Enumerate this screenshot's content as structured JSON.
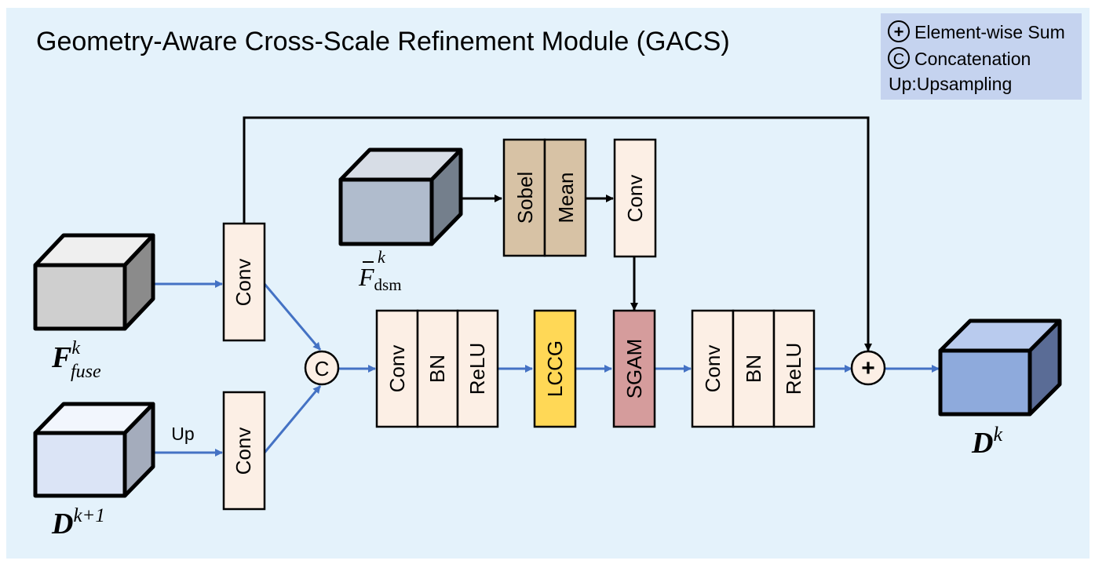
{
  "title": "Geometry-Aware Cross-Scale Refinement Module (GACS)",
  "legend": {
    "sum_symbol": "+",
    "sum_label": "Element-wise Sum",
    "concat_symbol": "C",
    "concat_label": "Concatenation",
    "up_label": "Up:Upsampling"
  },
  "inputs": {
    "f_fuse": {
      "main": "F",
      "sup": "k",
      "sub": "fuse"
    },
    "d_next": {
      "main": "D",
      "sup": "k+1"
    },
    "f_dsm": {
      "main": "F",
      "sup": "k",
      "sub": "dsm"
    }
  },
  "output": {
    "main": "D",
    "sup": "k"
  },
  "edge_labels": {
    "up": "Up"
  },
  "blocks": {
    "conv_top": "Conv",
    "conv_bottom": "Conv",
    "concat_node": "C",
    "sobel": "Sobel",
    "mean": "Mean",
    "conv_dsm": "Conv",
    "stage1": [
      "Conv",
      "BN",
      "ReLU"
    ],
    "lccg": "LCCG",
    "sgam": "SGAM",
    "stage2": [
      "Conv",
      "BN",
      "ReLU"
    ],
    "sum_node": "+"
  },
  "colors": {
    "background": "#e4f2fb",
    "legend_bg": "#c5d3ef",
    "layer_fill": "#fcefe5",
    "sobel_fill": "#d7c2a5",
    "lccg_fill": "#ffd856",
    "sgam_fill": "#d59c9c",
    "arrow_blue": "#4472c4",
    "arrow_black": "#000000",
    "cube_gray": "#cfcfcf",
    "cube_light_blue": "#dbe4f6",
    "cube_slate": "#b0bccd",
    "cube_blue": "#8eaadc"
  }
}
